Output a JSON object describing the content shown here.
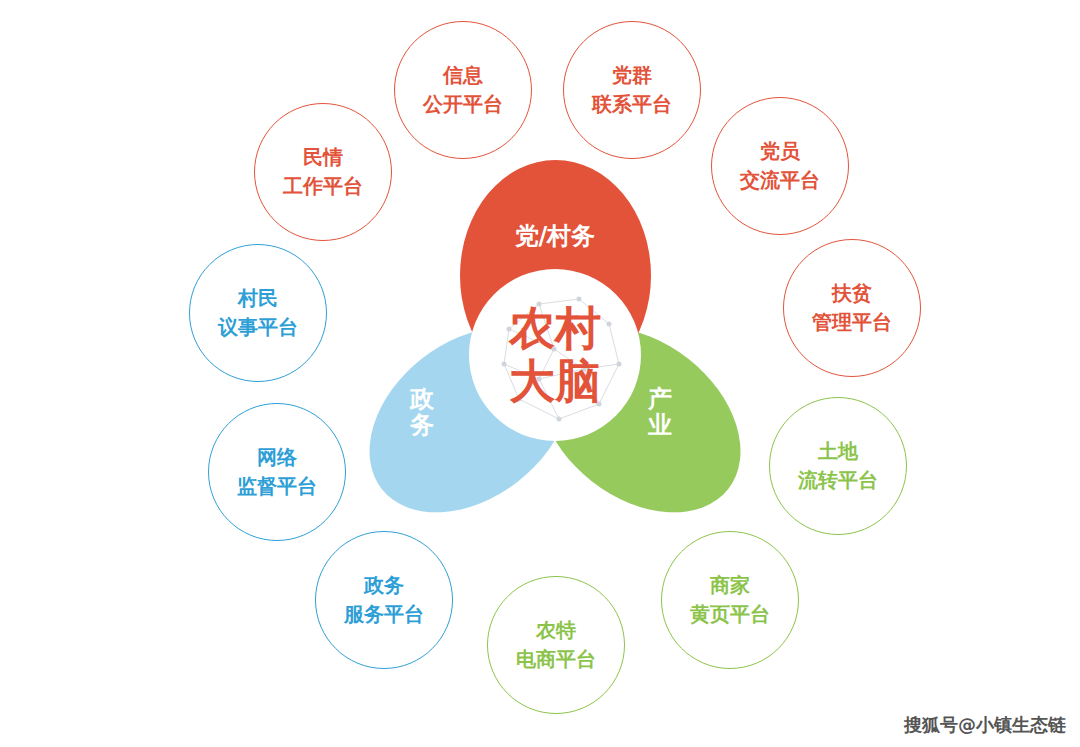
{
  "diagram": {
    "nodes": [
      {
        "text": [
          "党/村务"
        ]
      },
      {
        "text": [
          "政务"
        ]
      },
      {
        "text": [
          "产业"
        ]
      },
      {
        "text": [
          "农村 大脑"
        ]
      },
      {
        "text": [
          "信息 公开平台"
        ]
      },
      {
        "text": [
          "党群 联系平台"
        ]
      },
      {
        "text": [
          "党员 交流平台"
        ]
      },
      {
        "text": [
          "扶贫 管理平台"
        ]
      },
      {
        "text": [
          "土地 流转平台"
        ]
      },
      {
        "text": [
          "商家 黄页平台"
        ]
      },
      {
        "text": [
          "农特 电商平台"
        ]
      },
      {
        "text": [
          "政务 服务平台"
        ]
      },
      {
        "text": [
          "网络 监督平台"
        ]
      },
      {
        "text": [
          "村民 议事平台"
        ]
      },
      {
        "text": [
          "民情 工作平台"
        ]
      }
    ],
    "labels": [
      "搜狐号@小镇生态链"
    ]
  }
}
